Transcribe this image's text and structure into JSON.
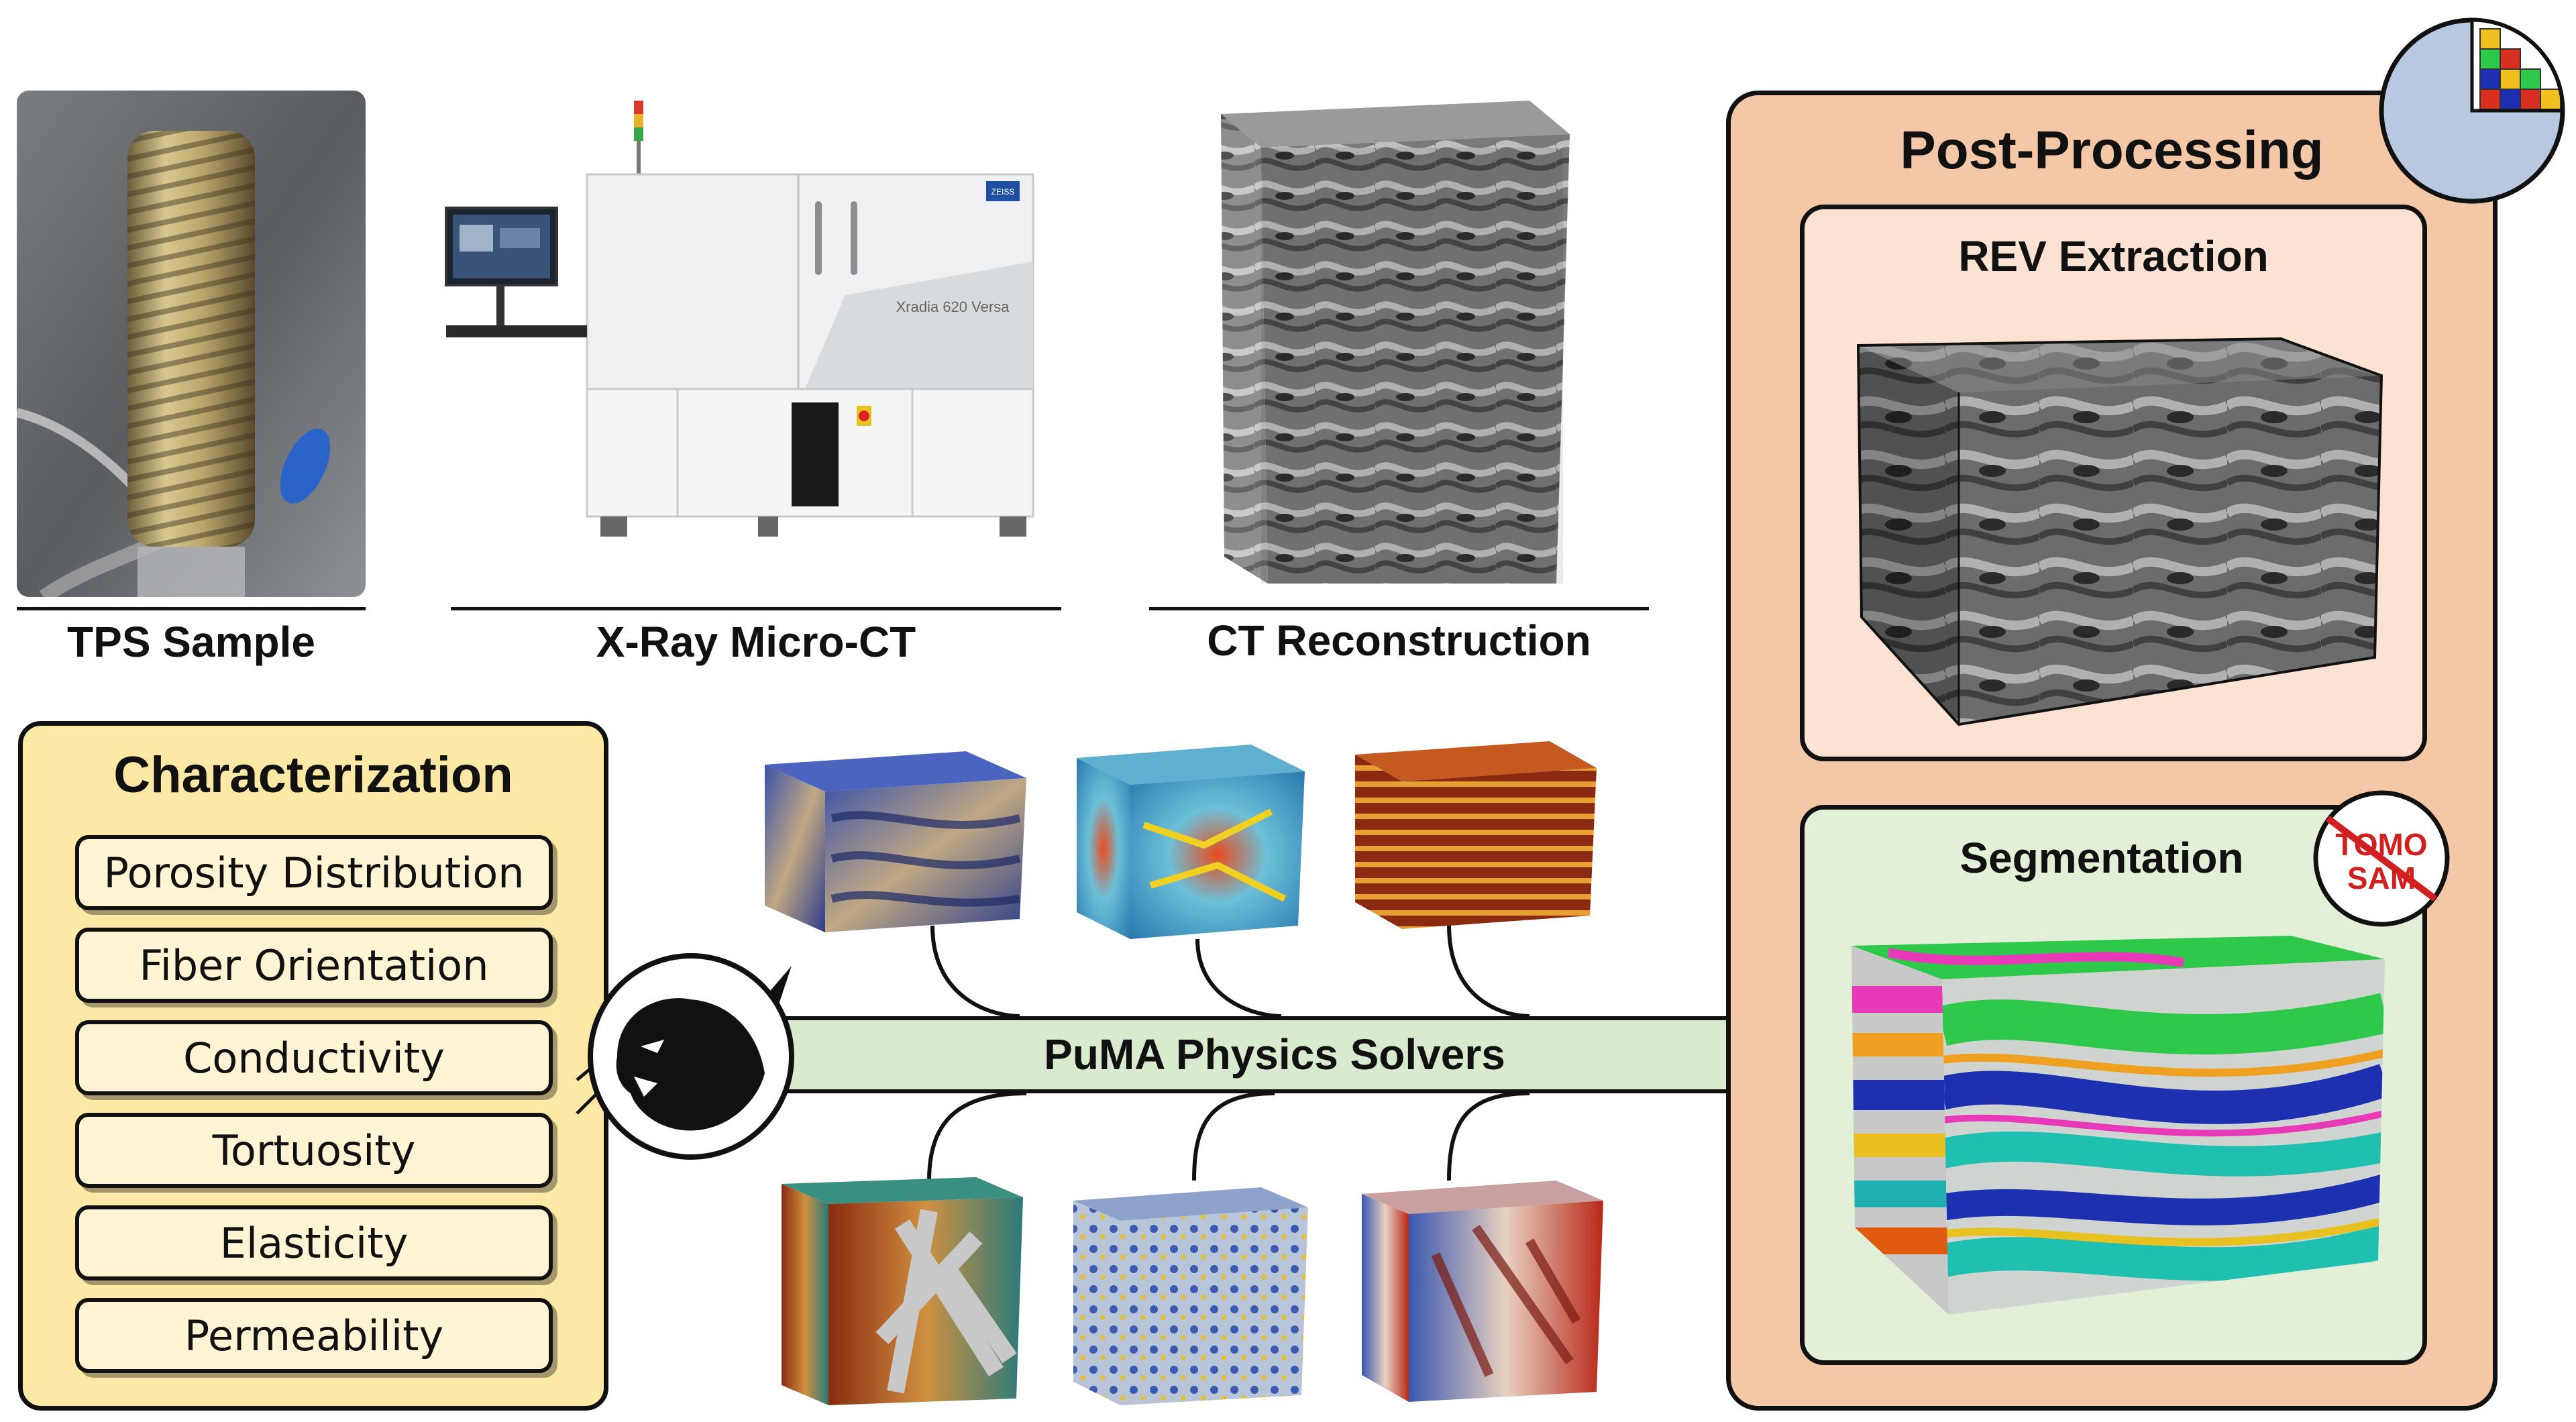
{
  "captions": {
    "tps_sample": "TPS Sample",
    "xray": "X-Ray Micro-CT",
    "ct_recon": "CT Reconstruction"
  },
  "characterization": {
    "title": "Characterization",
    "items": [
      "Porosity Distribution",
      "Fiber Orientation",
      "Conductivity",
      "Tortuosity",
      "Elasticity",
      "Permeability"
    ]
  },
  "post_processing": {
    "title": "Post-Processing",
    "rev_title": "REV Extraction",
    "seg_title": "Segmentation"
  },
  "solvers": {
    "label": "PuMA Physics Solvers"
  },
  "machine": {
    "model_text": "Xradia 620 Versa",
    "brand": "ZEISS"
  },
  "badge": {
    "text_top": "TOMO",
    "text_bottom": "SAM"
  },
  "colors": {
    "char_panel": "#fde9a6",
    "post_panel": "#f4c8a6",
    "rev_panel": "#fbe2d2",
    "seg_panel": "#e1f0d6",
    "puma_bar": "#d9ebcf"
  }
}
